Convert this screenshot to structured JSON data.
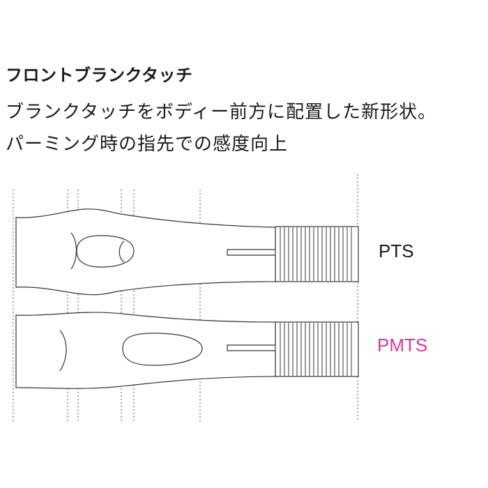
{
  "header": {
    "title": "フロントブランクタッチ",
    "description_line1": "ブランクタッチをボディー前方に配置した新形状。",
    "description_line2": "パーミング時の指先での感度向上"
  },
  "models": [
    {
      "label": "PTS",
      "color": "#1a1a1a"
    },
    {
      "label": "PMTS",
      "color": "#d63a9a"
    }
  ],
  "colors": {
    "outline": "#333333",
    "guide": "#555555"
  }
}
